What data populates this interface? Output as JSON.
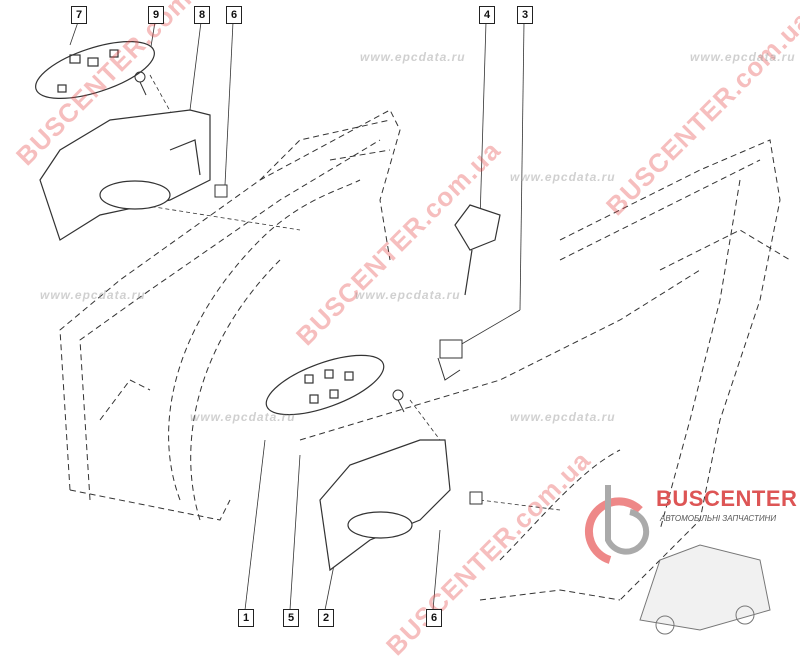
{
  "callouts_top": [
    "7",
    "9",
    "8",
    "6",
    "4",
    "3"
  ],
  "callouts_bottom": [
    "1",
    "5",
    "2",
    "6"
  ],
  "watermarks": {
    "site": "BUSCENTER.com.ua",
    "epc": "www.epcdata.ru"
  },
  "logo": {
    "name": "BUSCENTER",
    "subtitle": "АВТОМОБІЛЬНІ ЗАПЧАСТИНИ",
    "color": "#d55555"
  }
}
